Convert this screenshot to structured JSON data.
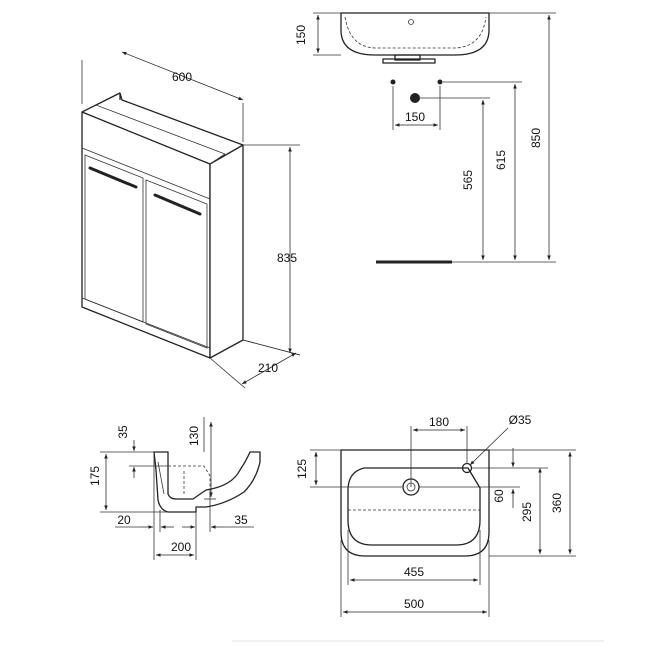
{
  "cabinet_view": {
    "width": "600",
    "height": "835",
    "depth": "210"
  },
  "wall_mounting_view": {
    "basin_height": "150",
    "waste_spacing": "150",
    "waste_height": "565",
    "supply_height": "615",
    "rim_height": "850"
  },
  "section_view": {
    "rim_thickness": "35",
    "bowl_depth": "130",
    "overall_height": "175",
    "back_offset": "20",
    "front_offset": "35",
    "section_depth": "200"
  },
  "plan_view": {
    "tap_offset": "180",
    "tap_hole": "Ø35",
    "back_margin": "125",
    "tap_to_waste": "60",
    "waste_from_front": "295",
    "overall_depth": "360",
    "bowl_width": "455",
    "overall_width": "500"
  }
}
